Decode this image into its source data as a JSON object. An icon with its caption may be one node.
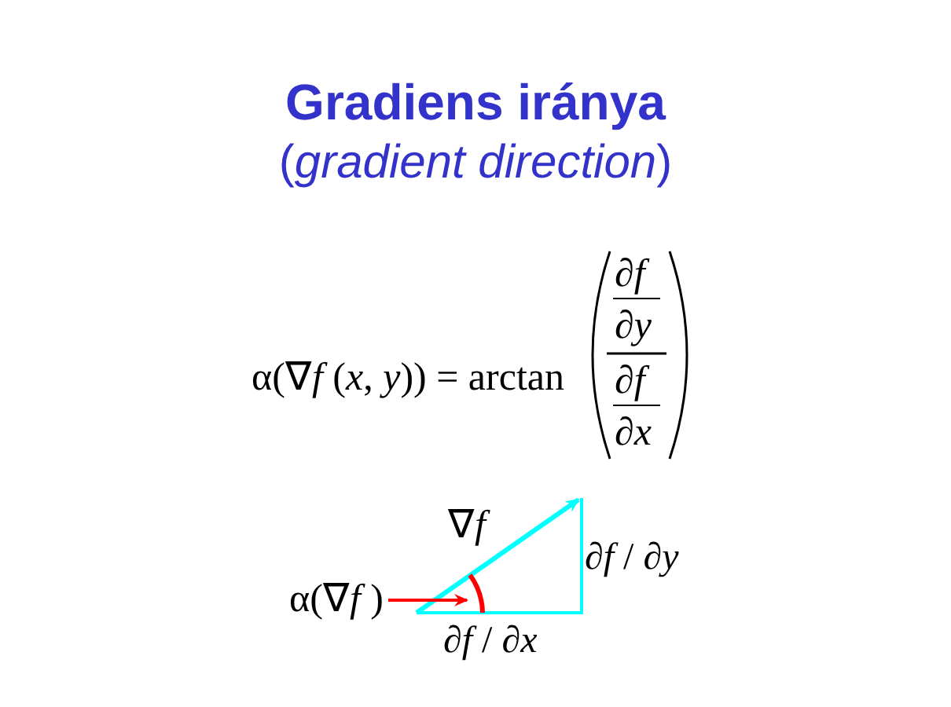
{
  "diagram": {
    "title": "Gradiens iránya",
    "nodes": [
      {
        "text": [
          "α(∇*f* )"
        ]
      },
      {
        "text": [],
        "shape": "arc"
      }
    ],
    "edges": [
      {
        "from": 0,
        "to": 1,
        "arrow": "to",
        "color": "#ff0000"
      }
    ],
    "labels": [
      "(*gradient direction*)",
      "α(∇*f* (*x*, *y*)) = arctan",
      "∂*f*",
      "∂*y*",
      "∂*f*",
      "∂*x*",
      "∇*f*",
      "∂*f* / ∂*y*",
      "∂*f* / ∂*x*"
    ]
  }
}
